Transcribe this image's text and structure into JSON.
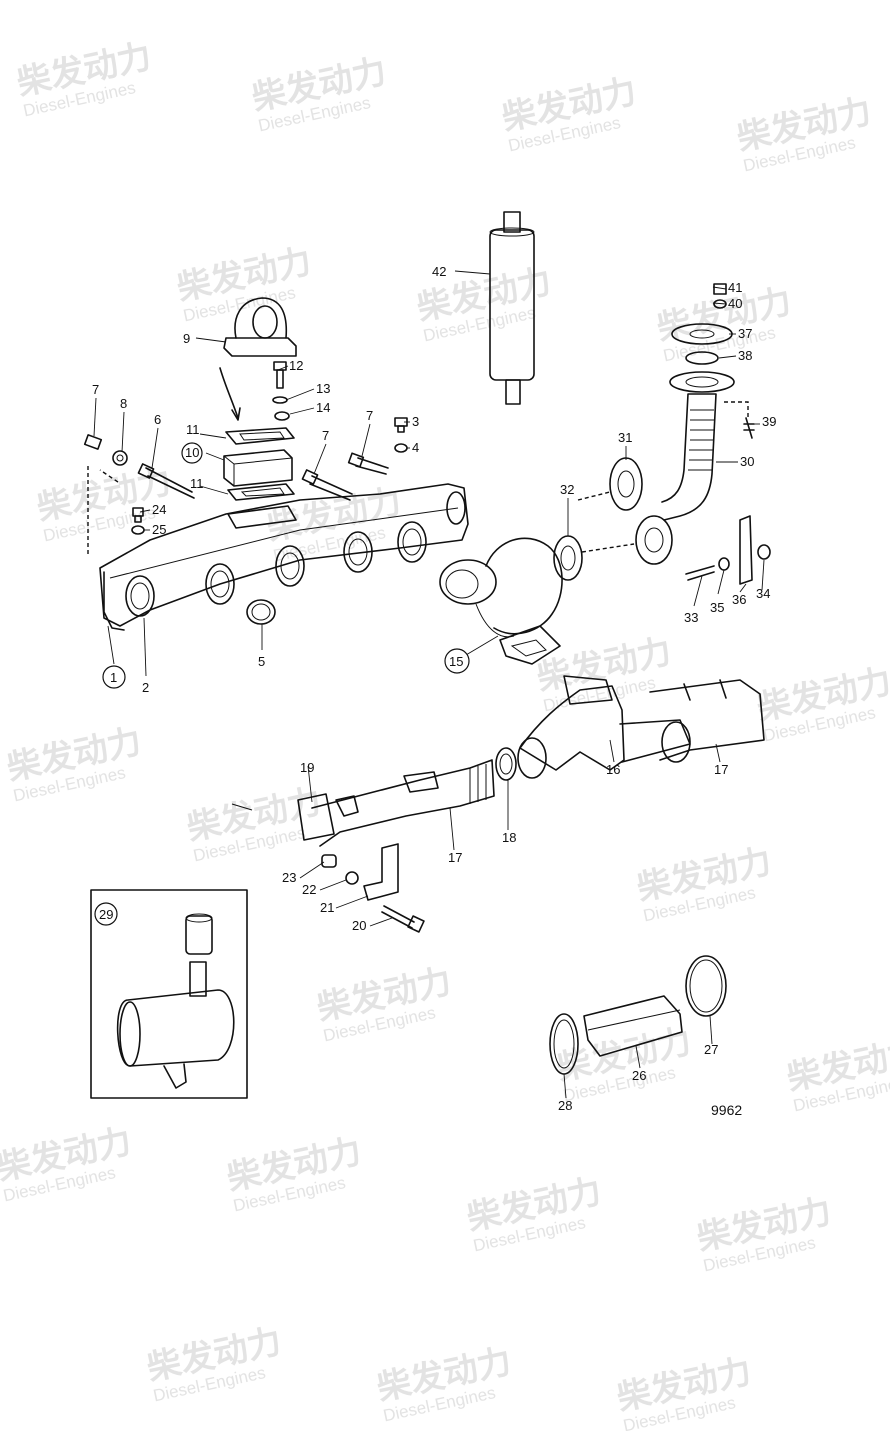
{
  "watermark": {
    "brand": "柴发动力",
    "sub": "Diesel-Engines"
  },
  "figure_number": "9962",
  "callouts": {
    "p1": "1",
    "p2": "2",
    "p3": "3",
    "p4": "4",
    "p5": "5",
    "p6": "6",
    "p7a": "7",
    "p7b": "7",
    "p7c": "7",
    "p8": "8",
    "p9": "9",
    "p10": "10",
    "p11a": "11",
    "p11b": "11",
    "p12": "12",
    "p13": "13",
    "p14": "14",
    "p15": "15",
    "p16": "16",
    "p17a": "17",
    "p17b": "17",
    "p18": "18",
    "p19": "19",
    "p20": "20",
    "p21": "21",
    "p22": "22",
    "p23": "23",
    "p24": "24",
    "p25": "25",
    "p26": "26",
    "p27": "27",
    "p28": "28",
    "p29": "29",
    "p30": "30",
    "p31": "31",
    "p32": "32",
    "p33": "33",
    "p34": "34",
    "p35": "35",
    "p36": "36",
    "p37": "37",
    "p38": "38",
    "p39": "39",
    "p40": "40",
    "p41": "41",
    "p42": "42"
  }
}
